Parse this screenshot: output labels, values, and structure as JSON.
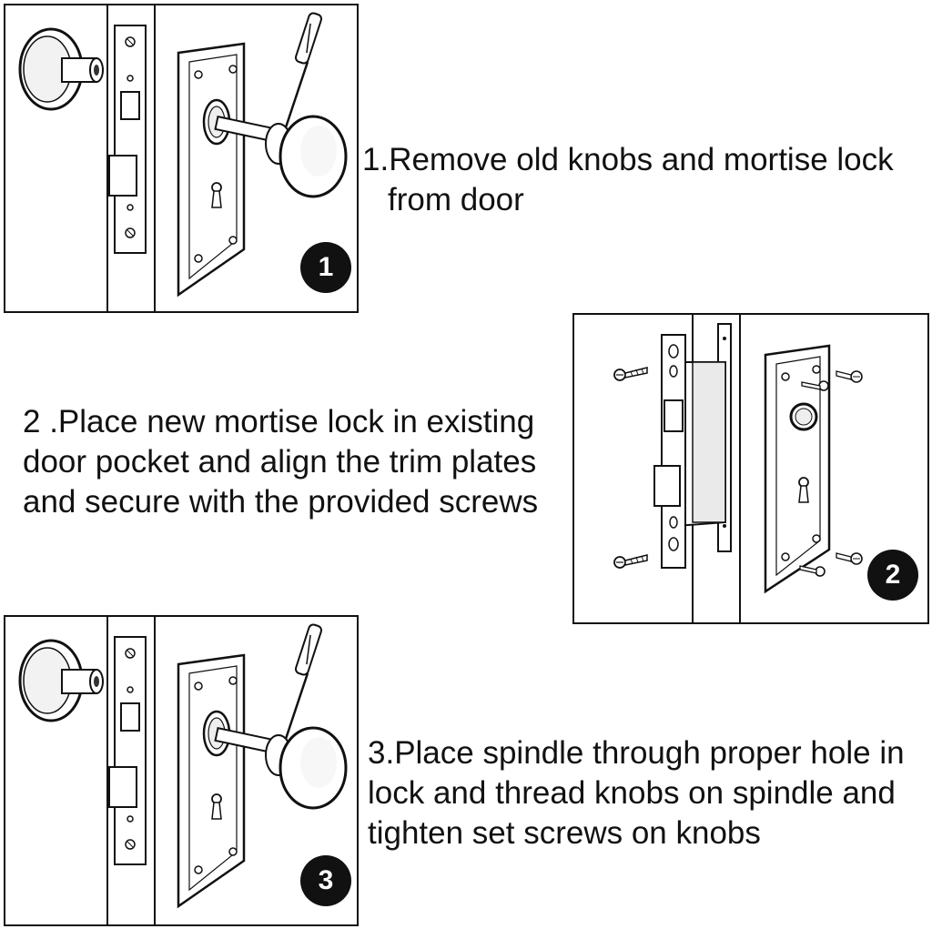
{
  "steps": [
    {
      "number": "1",
      "caption_lines": [
        "1.Remove old knobs and mortise lock",
        "from door"
      ]
    },
    {
      "number": "2",
      "caption_lines": [
        "2 .Place new mortise lock in existing",
        "door pocket and align the trim plates",
        "and secure with the provided screws"
      ]
    },
    {
      "number": "3",
      "caption_lines": [
        "3.Place spindle through proper hole in",
        "lock and thread knobs on spindle and",
        "tighten set screws on knobs"
      ]
    }
  ]
}
